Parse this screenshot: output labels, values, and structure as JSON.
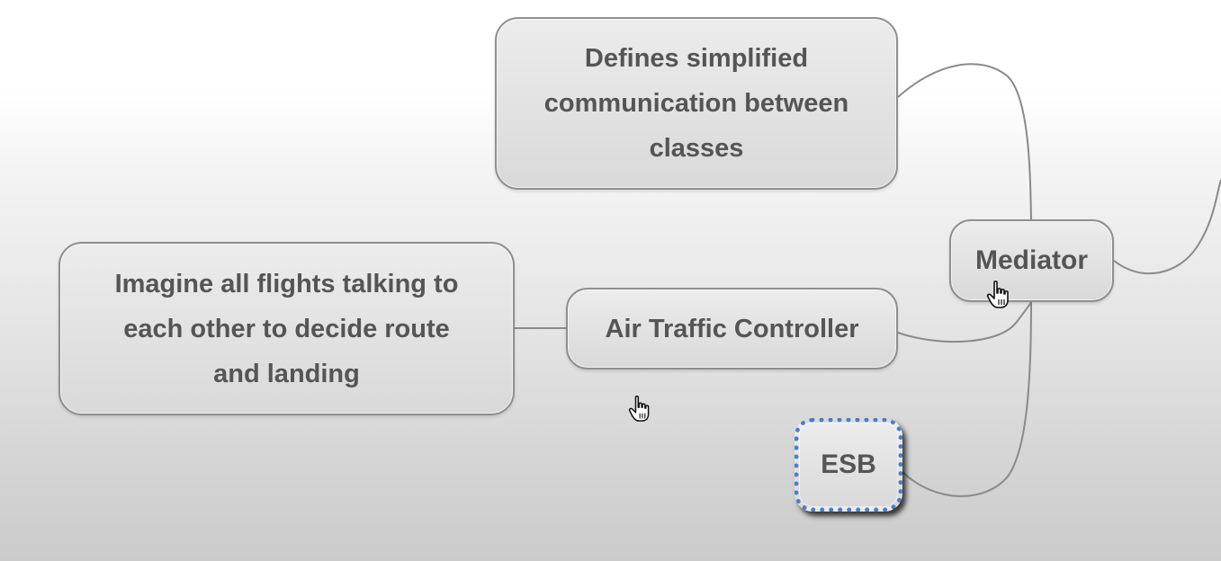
{
  "diagram": {
    "nodes": {
      "defines": {
        "lines": [
          "Defines simplified",
          "communication between",
          "classes"
        ]
      },
      "imagine": {
        "lines": [
          "Imagine all flights talking to",
          "each other to decide route",
          "and landing"
        ]
      },
      "atc": {
        "lines": [
          "Air Traffic Controller"
        ]
      },
      "mediator": {
        "lines": [
          "Mediator"
        ]
      },
      "esb": {
        "lines": [
          "ESB"
        ]
      }
    },
    "colors": {
      "node_text": "#555555",
      "node_border": "#8f8f8f",
      "connector": "#8a8a8a",
      "selection_dots": "#4a7fc8"
    },
    "icons": [
      "hand-pointer-cursor-icon",
      "hand-pointer-cursor-icon"
    ]
  }
}
